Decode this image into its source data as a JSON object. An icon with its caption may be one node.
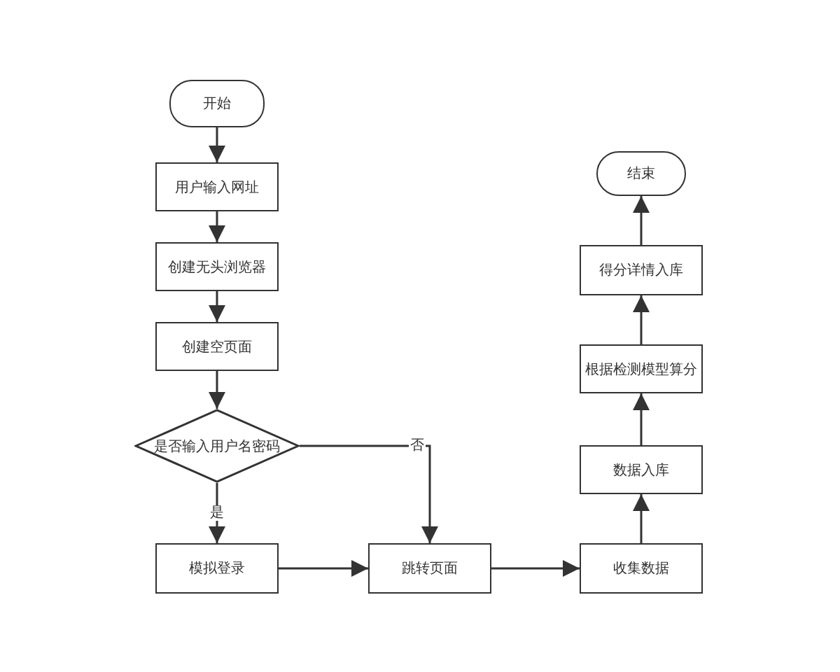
{
  "diagram": {
    "nodes": [
      {
        "text": [
          "开始"
        ]
      },
      {
        "text": [
          "用户输入网址"
        ]
      },
      {
        "text": [
          "创建无头浏览器"
        ]
      },
      {
        "text": [
          "创建空页面"
        ]
      },
      {
        "text": [
          "是否输入用户名密码"
        ]
      },
      {
        "text": [
          "模拟登录"
        ]
      },
      {
        "text": [
          "跳转页面"
        ]
      },
      {
        "text": [
          "收集数据"
        ]
      },
      {
        "text": [
          "数据入库"
        ]
      },
      {
        "text": [
          "根据检测模型算分"
        ]
      },
      {
        "text": [
          "得分详情入库"
        ]
      },
      {
        "text": [
          "结束"
        ]
      }
    ],
    "edges": [
      {
        "from": 0,
        "to": 1,
        "arrow": "to"
      },
      {
        "from": 1,
        "to": 2,
        "arrow": "to"
      },
      {
        "from": 2,
        "to": 3,
        "arrow": "to"
      },
      {
        "from": 3,
        "to": 4,
        "arrow": "to"
      },
      {
        "from": 4,
        "to": 5,
        "label": "是",
        "arrow": "to"
      },
      {
        "from": 4,
        "to": 6,
        "label": "否",
        "arrow": "to"
      },
      {
        "from": 5,
        "to": 6,
        "arrow": "to"
      },
      {
        "from": 6,
        "to": 7,
        "arrow": "to"
      },
      {
        "from": 7,
        "to": 8,
        "arrow": "to"
      },
      {
        "from": 8,
        "to": 9,
        "arrow": "to"
      },
      {
        "from": 9,
        "to": 10,
        "arrow": "to"
      },
      {
        "from": 10,
        "to": 11,
        "arrow": "to"
      }
    ]
  }
}
